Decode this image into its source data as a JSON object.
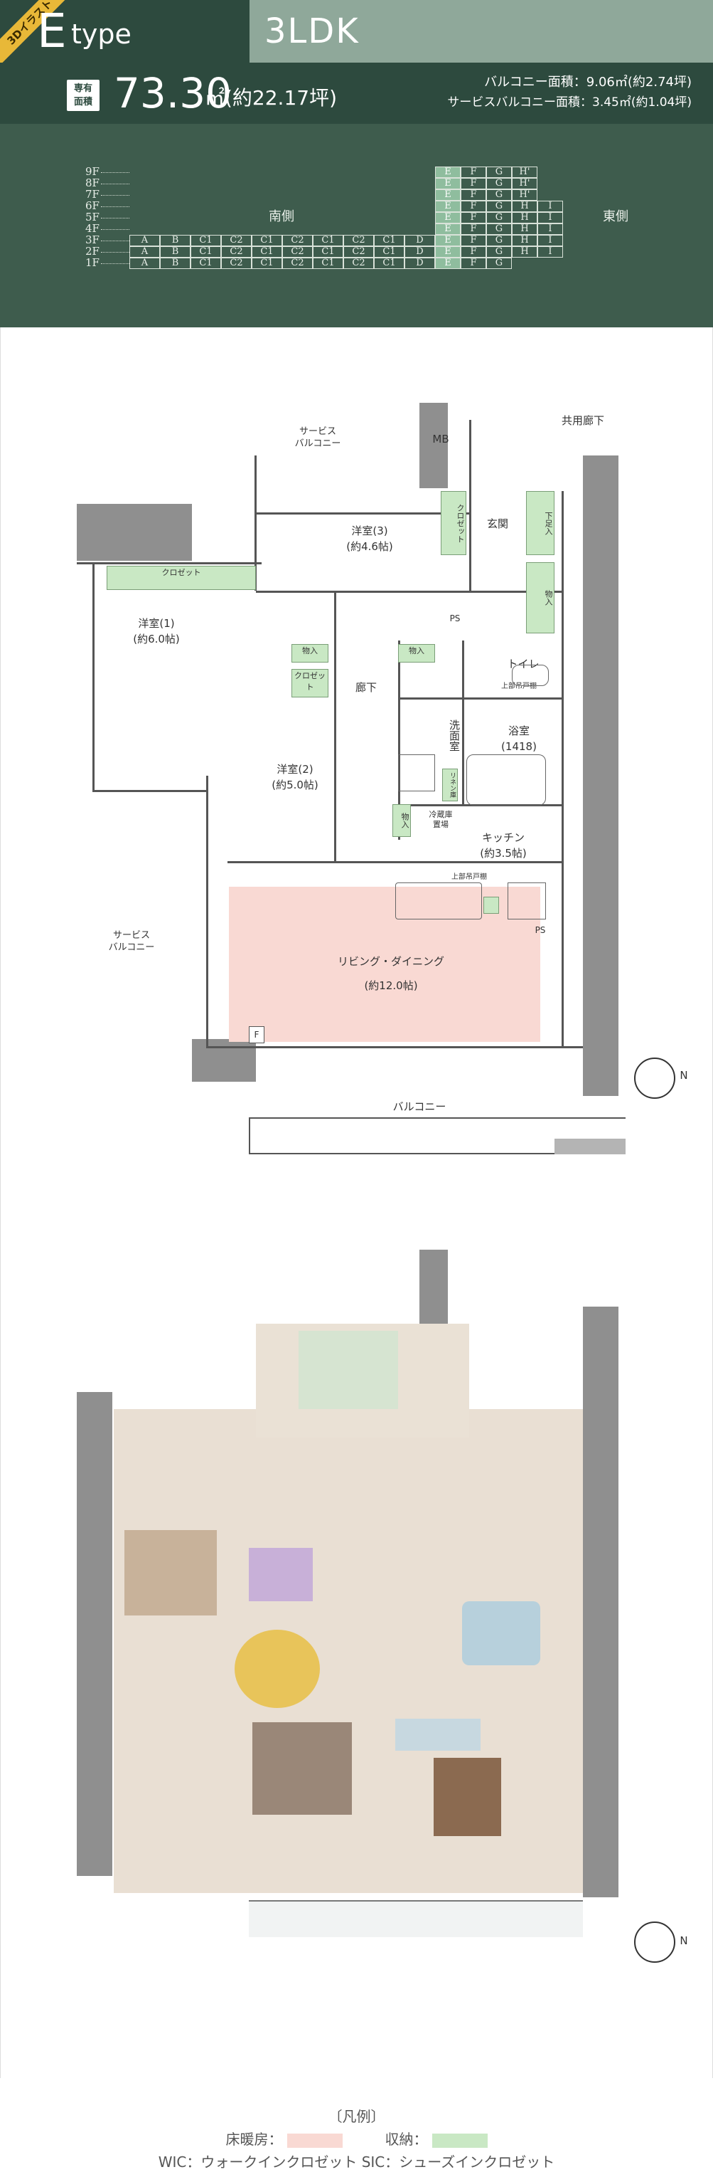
{
  "header": {
    "badge": "3Dイラスト",
    "type_letter": "E",
    "type_word": "type",
    "layout": "3LDK"
  },
  "area": {
    "label": "専有面積",
    "value": "73.30",
    "unit": "㎡(約22.17坪)",
    "balcony": "バルコニー面積：9.06㎡(約2.74坪)",
    "service_balcony": "サービスバルコニー面積：3.45㎡(約1.04坪)"
  },
  "building": {
    "floors": [
      "9F",
      "8F",
      "7F",
      "6F",
      "5F",
      "4F",
      "3F",
      "2F",
      "1F"
    ],
    "south_label": "南側",
    "east_label": "東側",
    "south_units": [
      "A",
      "B",
      "C1",
      "C2",
      "C1",
      "C2",
      "C1",
      "C2",
      "C1",
      "D"
    ],
    "east_units": [
      "E",
      "F",
      "G",
      "H",
      "I"
    ],
    "highlight_unit": "E"
  },
  "plan": {
    "service_balcony_top": "サービス\nバルコニー",
    "mb": "MB",
    "common_corridor": "共用廊下",
    "western3": "洋室(3)\n(約4.6帖)",
    "entrance": "玄関",
    "shoe_box": "下足入",
    "closet": "クロゼット",
    "storage": "物入",
    "western1": "洋室(1)\n(約6.0帖)",
    "corridor": "廊下",
    "ps": "PS",
    "toilet": "トイレ",
    "upper_cabinet": "上部吊戸棚",
    "washroom": "洗面室",
    "bath": "浴室\n(1418)",
    "linen": "リネン庫",
    "western2": "洋室(2)\n(約5.0帖)",
    "fridge": "冷蔵庫\n置場",
    "kitchen": "キッチン\n(約3.5帖)",
    "service_balcony_left": "サービス\nバルコニー",
    "ld": "リビング・ダイニング\n(約12.0帖)",
    "f_mark": "F",
    "balcony": "バルコニー",
    "compass_n": "N"
  },
  "legend": {
    "title": "〔凡例〕",
    "floor_heating": "床暖房：",
    "storage": "収納：",
    "abbrev": "WIC：ウォークインクロゼット SIC：シューズインクロゼット",
    "colors": {
      "floor_heating": "#f9d9d3",
      "storage": "#c9e8c4"
    }
  }
}
